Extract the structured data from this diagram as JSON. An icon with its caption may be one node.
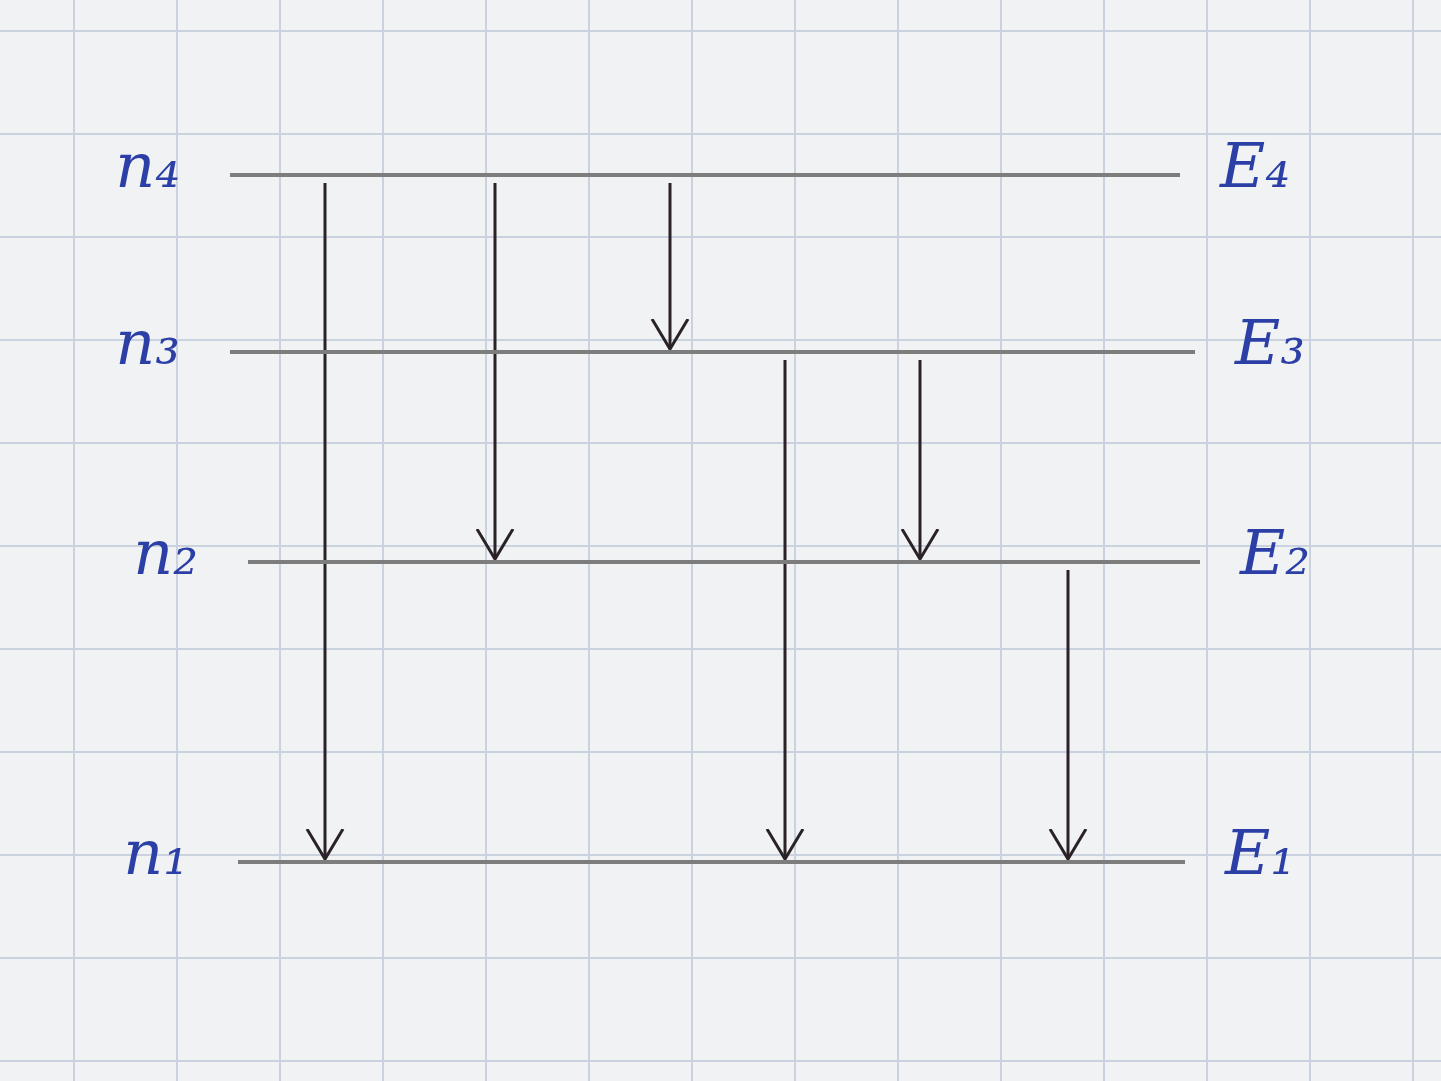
{
  "diagram": {
    "nodes": [
      {
        "text": [],
        "shape": "bar",
        "beside": [
          "n₄",
          "E₄"
        ]
      },
      {
        "text": [],
        "shape": "bar",
        "beside": [
          "n₃",
          "E₃"
        ]
      },
      {
        "text": [],
        "shape": "bar",
        "beside": [
          "n₂",
          "E₂"
        ]
      },
      {
        "text": [],
        "shape": "bar",
        "beside": [
          "n₁",
          "E₁"
        ]
      }
    ],
    "edges": [
      {
        "from": 0,
        "to": 3,
        "arrow": "to"
      },
      {
        "from": 0,
        "to": 2,
        "arrow": "to"
      },
      {
        "from": 0,
        "to": 1,
        "arrow": "to"
      },
      {
        "from": 1,
        "to": 3,
        "arrow": "to"
      },
      {
        "from": 1,
        "to": 2,
        "arrow": "to"
      },
      {
        "from": 2,
        "to": 3,
        "arrow": "to"
      }
    ]
  }
}
